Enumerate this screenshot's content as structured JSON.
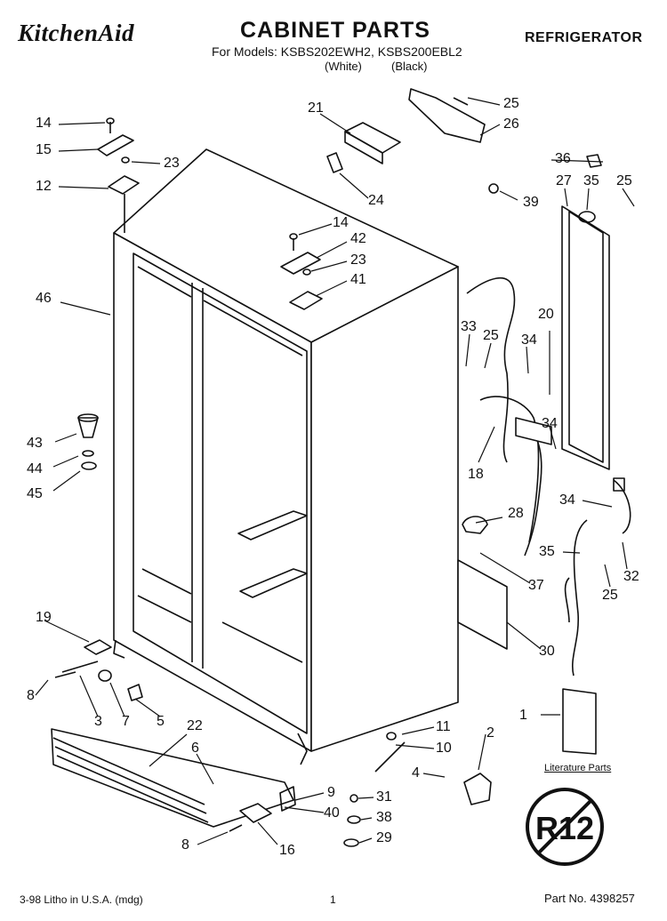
{
  "header": {
    "brand": "KitchenAid",
    "title": "CABINET PARTS",
    "models": "For Models: KSBS202EWH2, KSBS200EBL2",
    "color_white": "(White)",
    "color_black": "(Black)",
    "appliance": "REFRIGERATOR"
  },
  "footer": {
    "litho": "3-98 Litho in U.S.A. (mdg)",
    "page": "1",
    "part_no": "Part No. 4398257"
  },
  "literature_label": "Literature Parts",
  "r12_mark": "R12",
  "callouts": [
    "14",
    "15",
    "23",
    "12",
    "21",
    "24",
    "25",
    "26",
    "36",
    "39",
    "27",
    "35",
    "25",
    "14",
    "42",
    "23",
    "41",
    "46",
    "33",
    "25",
    "34",
    "20",
    "34",
    "18",
    "43",
    "44",
    "45",
    "34",
    "28",
    "35",
    "25",
    "32",
    "37",
    "30",
    "19",
    "8",
    "3",
    "7",
    "5",
    "22",
    "6",
    "11",
    "10",
    "2",
    "1",
    "4",
    "9",
    "31",
    "40",
    "38",
    "8",
    "16",
    "29"
  ]
}
